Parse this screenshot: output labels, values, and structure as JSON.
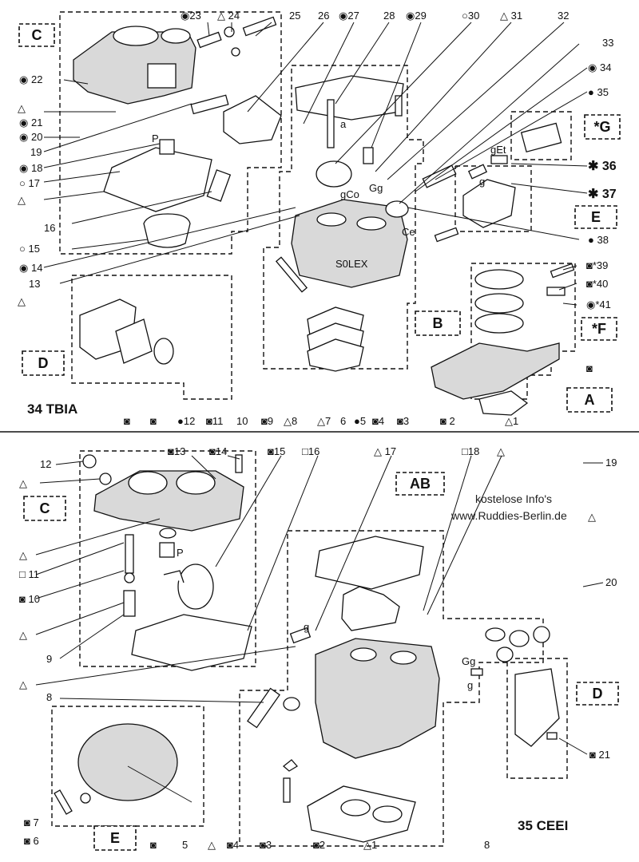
{
  "page_number": "8",
  "watermark": {
    "line1": "kostelose Info's",
    "line2": "www.Ruddies-Berlin.de"
  },
  "top_section": {
    "model": "34 TBIA",
    "groups": [
      "C",
      "B",
      "D",
      "E",
      "*G",
      "A",
      "*F"
    ],
    "sub_labels": [
      "a",
      "gCo",
      "Gg",
      "Ce",
      "gEt",
      "g",
      "P",
      "S0LEX"
    ],
    "callouts": [
      {
        "num": "1",
        "mark": "△"
      },
      {
        "num": "2",
        "mark": "◙"
      },
      {
        "num": "3",
        "mark": "◙"
      },
      {
        "num": "4",
        "mark": "◙"
      },
      {
        "num": "5",
        "mark": "●"
      },
      {
        "num": "6",
        "mark": ""
      },
      {
        "num": "7",
        "mark": "△"
      },
      {
        "num": "8",
        "mark": "△"
      },
      {
        "num": "9",
        "mark": "◙"
      },
      {
        "num": "10",
        "mark": ""
      },
      {
        "num": "11",
        "mark": "◙"
      },
      {
        "num": "12",
        "mark": "●"
      },
      {
        "num": "13",
        "mark": ""
      },
      {
        "num": "14",
        "mark": "◉"
      },
      {
        "num": "15",
        "mark": "○"
      },
      {
        "num": "16",
        "mark": ""
      },
      {
        "num": "17",
        "mark": "○"
      },
      {
        "num": "18",
        "mark": "◉"
      },
      {
        "num": "19",
        "mark": ""
      },
      {
        "num": "20",
        "mark": "◉"
      },
      {
        "num": "21",
        "mark": "◉"
      },
      {
        "num": "22",
        "mark": "◉"
      },
      {
        "num": "23",
        "mark": "◉"
      },
      {
        "num": "24",
        "mark": "△"
      },
      {
        "num": "25",
        "mark": ""
      },
      {
        "num": "26",
        "mark": ""
      },
      {
        "num": "27",
        "mark": "◉"
      },
      {
        "num": "28",
        "mark": ""
      },
      {
        "num": "29",
        "mark": "◉"
      },
      {
        "num": "30",
        "mark": "○"
      },
      {
        "num": "31",
        "mark": "△"
      },
      {
        "num": "32",
        "mark": ""
      },
      {
        "num": "33",
        "mark": ""
      },
      {
        "num": "34",
        "mark": "◉"
      },
      {
        "num": "35",
        "mark": "●"
      },
      {
        "num": "36",
        "mark": "✱"
      },
      {
        "num": "37",
        "mark": "✱"
      },
      {
        "num": "38",
        "mark": "●"
      },
      {
        "num": "39",
        "mark": "◙*"
      },
      {
        "num": "40",
        "mark": "◙*"
      },
      {
        "num": "41",
        "mark": "◉*"
      }
    ]
  },
  "bottom_section": {
    "model": "35 CEEI",
    "groups": [
      "C",
      "AB",
      "D",
      "E"
    ],
    "sub_labels": [
      "P",
      "g",
      "Gg",
      "g"
    ],
    "callouts": [
      {
        "num": "1",
        "mark": "△"
      },
      {
        "num": "2",
        "mark": "◙"
      },
      {
        "num": "3",
        "mark": "◙"
      },
      {
        "num": "4",
        "mark": "◙"
      },
      {
        "num": "5",
        "mark": ""
      },
      {
        "num": "6",
        "mark": "◙"
      },
      {
        "num": "7",
        "mark": "◙"
      },
      {
        "num": "8",
        "mark": ""
      },
      {
        "num": "9",
        "mark": ""
      },
      {
        "num": "10",
        "mark": "◙"
      },
      {
        "num": "11",
        "mark": "□"
      },
      {
        "num": "12",
        "mark": ""
      },
      {
        "num": "13",
        "mark": "◙"
      },
      {
        "num": "14",
        "mark": "◙"
      },
      {
        "num": "15",
        "mark": "◙"
      },
      {
        "num": "16",
        "mark": "□"
      },
      {
        "num": "17",
        "mark": "△"
      },
      {
        "num": "18",
        "mark": "□"
      },
      {
        "num": "19",
        "mark": ""
      },
      {
        "num": "20",
        "mark": ""
      },
      {
        "num": "21",
        "mark": "◙"
      }
    ]
  }
}
